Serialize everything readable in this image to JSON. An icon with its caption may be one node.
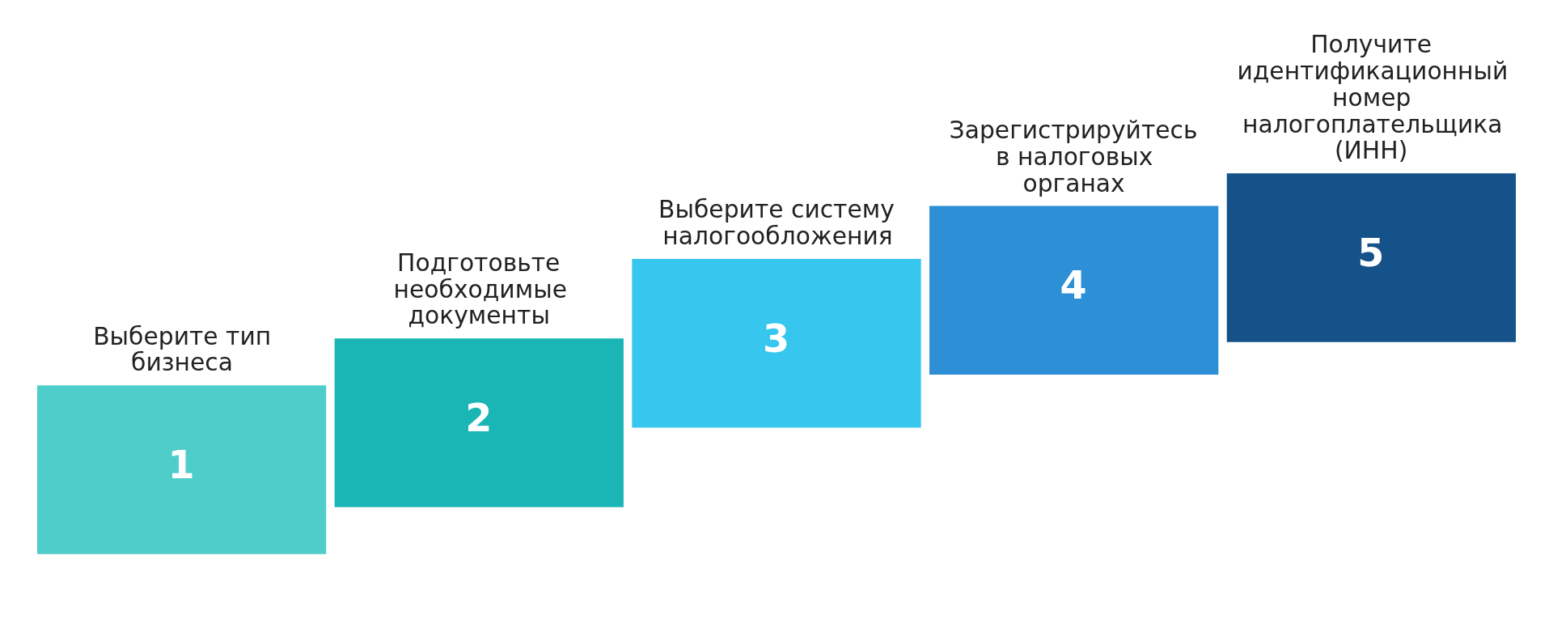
{
  "diagram": {
    "nodes": [
      {
        "text": [
          "1"
        ],
        "beside": [
          "Выберите тип бизнеса"
        ]
      },
      {
        "text": [
          "2"
        ],
        "beside": [
          "Подготовьте необходимые документы"
        ]
      },
      {
        "text": [
          "3"
        ],
        "beside": [
          "Выберите систему налогообложения"
        ]
      },
      {
        "text": [
          "4"
        ],
        "beside": [
          "Зарегистрируйтесь в налоговых органах"
        ]
      },
      {
        "text": [
          "5"
        ],
        "beside": [
          "Получите идентификационный номер налогоплательщика (ИНН)"
        ]
      }
    ]
  }
}
